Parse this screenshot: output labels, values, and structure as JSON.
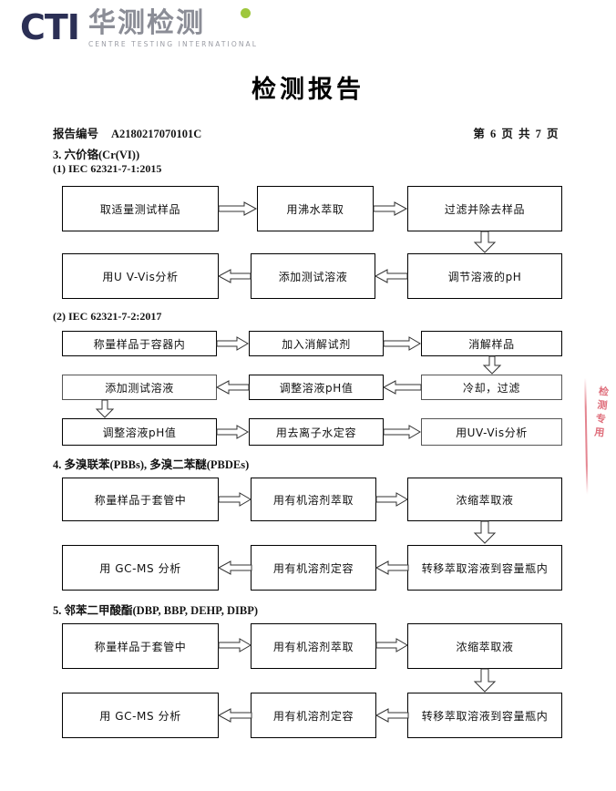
{
  "header": {
    "logo": {
      "mark_text": "CTI",
      "chinese_name": "华测检测",
      "english_name": "CENTRE TESTING INTERNATIONAL",
      "mark_color": "#2b2f55",
      "dot_color": "#9ec73d",
      "chinese_color": "#8b8d96"
    },
    "title": "检测报告"
  },
  "meta": {
    "report_no_label": "报告编号",
    "report_no_value": "A2180217070101C",
    "page_indicator": "第 6 页  共 7 页"
  },
  "stamp": {
    "color": "#d4384a",
    "lines": [
      "检",
      "测",
      "专",
      "用"
    ]
  },
  "sections": [
    {
      "id": "cr6",
      "heading": "3. 六价铬(Cr(VI))",
      "subsections": [
        {
          "id": "iec-62321-7-1",
          "heading": "(1) IEC 62321-7-1:2015",
          "steps": [
            "取适量测试样品",
            "用沸水萃取",
            "过滤并除去样品",
            "调节溶液的pH",
            "添加测试溶液",
            "用U V-Vis分析"
          ]
        },
        {
          "id": "iec-62321-7-2",
          "heading": "(2) IEC 62321-7-2:2017",
          "steps": [
            "称量样品于容器内",
            "加入消解试剂",
            "消解样品",
            "冷却，过滤",
            "调整溶液pH值",
            "添加测试溶液",
            "调整溶液pH值",
            "用去离子水定容",
            "用UV-Vis分析"
          ]
        }
      ]
    },
    {
      "id": "pbb-pbde",
      "heading": "4. 多溴联苯(PBBs), 多溴二苯醚(PBDEs)",
      "subsections": [
        {
          "id": "pbb-pbde-flow",
          "heading": "",
          "steps": [
            "称量样品于套管中",
            "用有机溶剂萃取",
            "浓缩萃取液",
            "转移萃取溶液到容量瓶内",
            "用有机溶剂定容",
            "用 GC-MS 分析"
          ]
        }
      ]
    },
    {
      "id": "phthalates",
      "heading": "5. 邻苯二甲酸酯(DBP, BBP, DEHP, DIBP)",
      "subsections": [
        {
          "id": "phthalates-flow",
          "heading": "",
          "steps": [
            "称量样品于套管中",
            "用有机溶剂萃取",
            "浓缩萃取液",
            "转移萃取溶液到容量瓶内",
            "用有机溶剂定容",
            "用 GC-MS 分析"
          ]
        }
      ]
    }
  ]
}
